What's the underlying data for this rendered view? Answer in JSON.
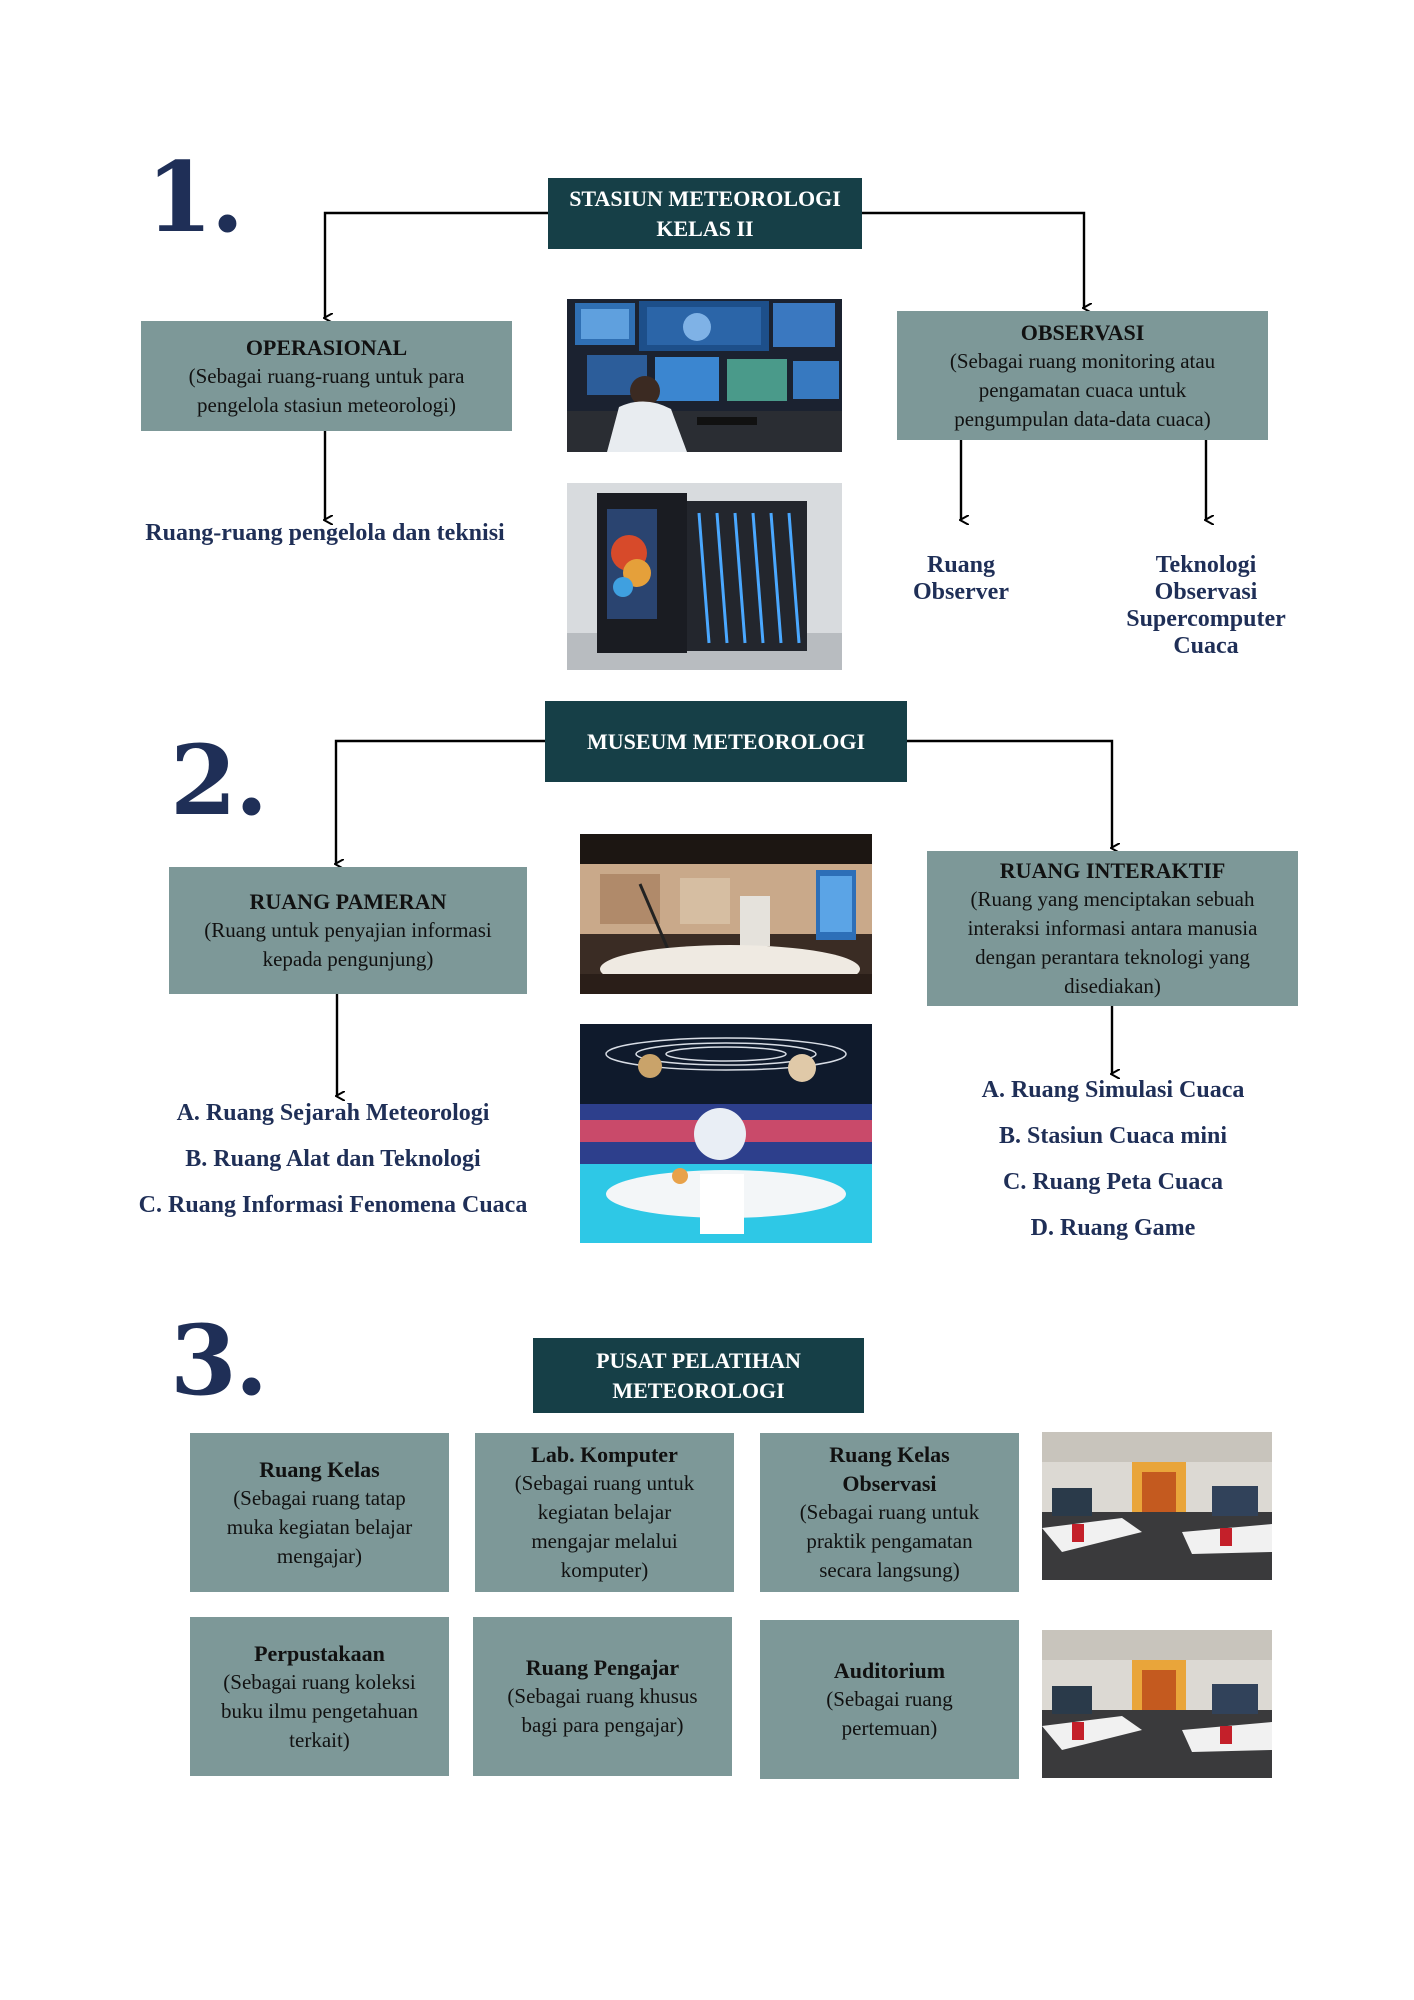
{
  "section1": {
    "number": "1.",
    "title": "STASIUN METEOROLOGI\nKELAS II",
    "left_box": {
      "title": "OPERASIONAL",
      "desc": "(Sebagai ruang-ruang untuk para\npengelola stasiun meteorologi)"
    },
    "right_box": {
      "title": "OBSERVASI",
      "desc": "(Sebagai ruang monitoring atau\npengamatan cuaca untuk\npengumpulan data-data cuaca)"
    },
    "left_label": "Ruang-ruang pengelola dan teknisi",
    "right_labels": [
      "Ruang\nObserver",
      "Teknologi\nObservasi\nSupercomputer\nCuaca"
    ]
  },
  "section2": {
    "number": "2.",
    "title": "MUSEUM METEOROLOGI",
    "left_box": {
      "title": "RUANG PAMERAN",
      "desc": "(Ruang untuk  penyajian informasi\nkepada pengunjung)"
    },
    "right_box": {
      "title": "RUANG INTERAKTIF",
      "desc": "(Ruang yang menciptakan sebuah\ninteraksi informasi antara  manusia\ndengan perantara teknologi yang\ndisediakan)"
    },
    "left_list": [
      "A. Ruang Sejarah Meteorologi",
      "B. Ruang Alat dan Teknologi",
      "C. Ruang Informasi Fenomena Cuaca"
    ],
    "right_list": [
      "A. Ruang Simulasi Cuaca",
      "B. Stasiun Cuaca mini",
      "C. Ruang Peta Cuaca",
      "D. Ruang Game"
    ]
  },
  "section3": {
    "number": "3.",
    "title": "PUSAT PELATIHAN\nMETEOROLOGI",
    "boxes": [
      {
        "title": "Ruang Kelas",
        "desc": "(Sebagai ruang tatap\nmuka kegiatan belajar\nmengajar)"
      },
      {
        "title": "Lab. Komputer",
        "desc": "(Sebagai ruang untuk\nkegiatan belajar\nmengajar melalui\nkomputer)"
      },
      {
        "title": "Ruang Kelas\nObservasi",
        "desc": "(Sebagai ruang untuk\npraktik pengamatan\nsecara langsung)"
      },
      {
        "title": "Perpustakaan",
        "desc": "(Sebagai ruang koleksi\nbuku ilmu pengetahuan\nterkait)"
      },
      {
        "title": "Ruang Pengajar",
        "desc": "(Sebagai ruang khusus\nbagi para pengajar)"
      },
      {
        "title": "Auditorium",
        "desc": "(Sebagai ruang\npertemuan)"
      }
    ]
  },
  "colors": {
    "title_bg": "#163f47",
    "box_bg": "#7d9898",
    "text_navy": "#1f2f57"
  },
  "photos": [
    "weather-control-room-photo",
    "supercomputer-photo",
    "museum-exhibit-photo",
    "planetarium-exhibit-photo",
    "computer-lab-photo",
    "computer-lab-photo"
  ]
}
